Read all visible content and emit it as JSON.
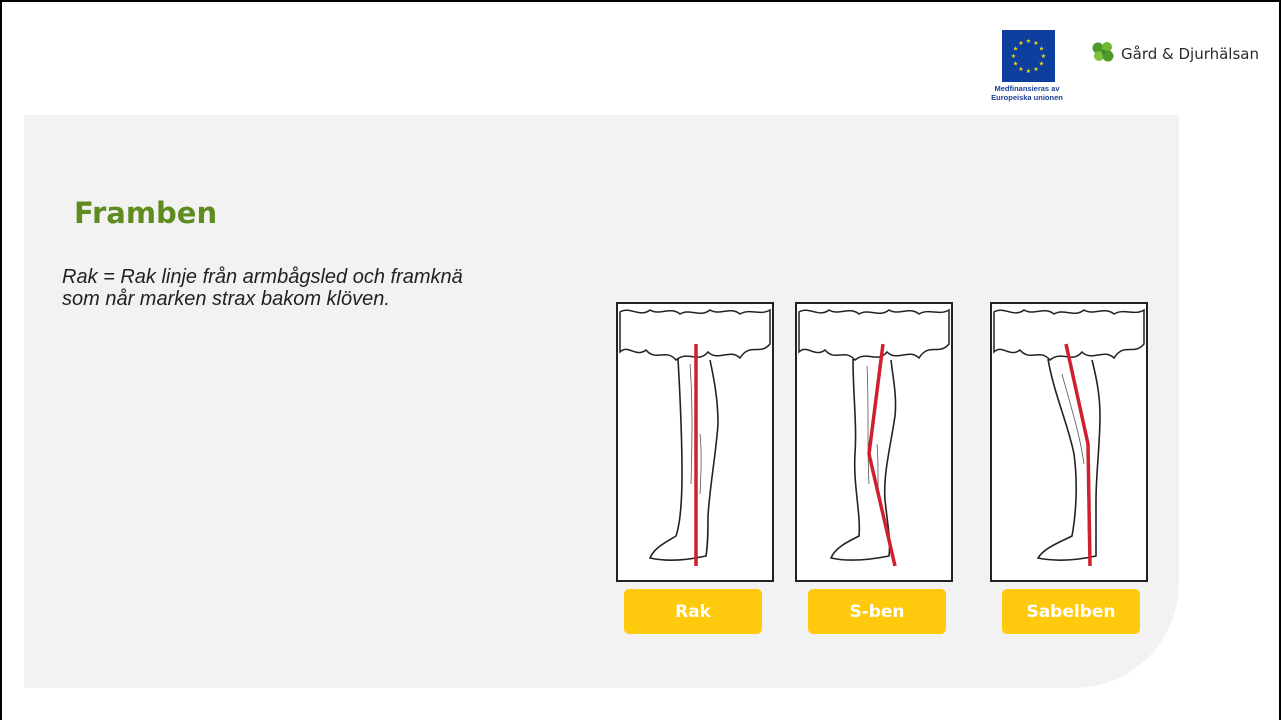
{
  "header": {
    "eu_caption_line1": "Medfinansieras av",
    "eu_caption_line2": "Europeiska unionen",
    "brand_name": "Gård & Djurhälsan",
    "brand_icon": "clover-icon"
  },
  "content": {
    "title": "Framben",
    "description": "Rak = Rak linje från armbågsled och framknä som når marken strax bakom klöven."
  },
  "figures": [
    {
      "label": "Rak"
    },
    {
      "label": "S-ben"
    },
    {
      "label": "Sabelben"
    }
  ],
  "colors": {
    "title_green": "#5f8b1f",
    "label_yellow": "#ffc90e",
    "eu_blue": "#0f3f9e",
    "eu_star": "#ffdd00",
    "axis_red": "#d0202e",
    "panel_gray": "#f2f2f2"
  }
}
